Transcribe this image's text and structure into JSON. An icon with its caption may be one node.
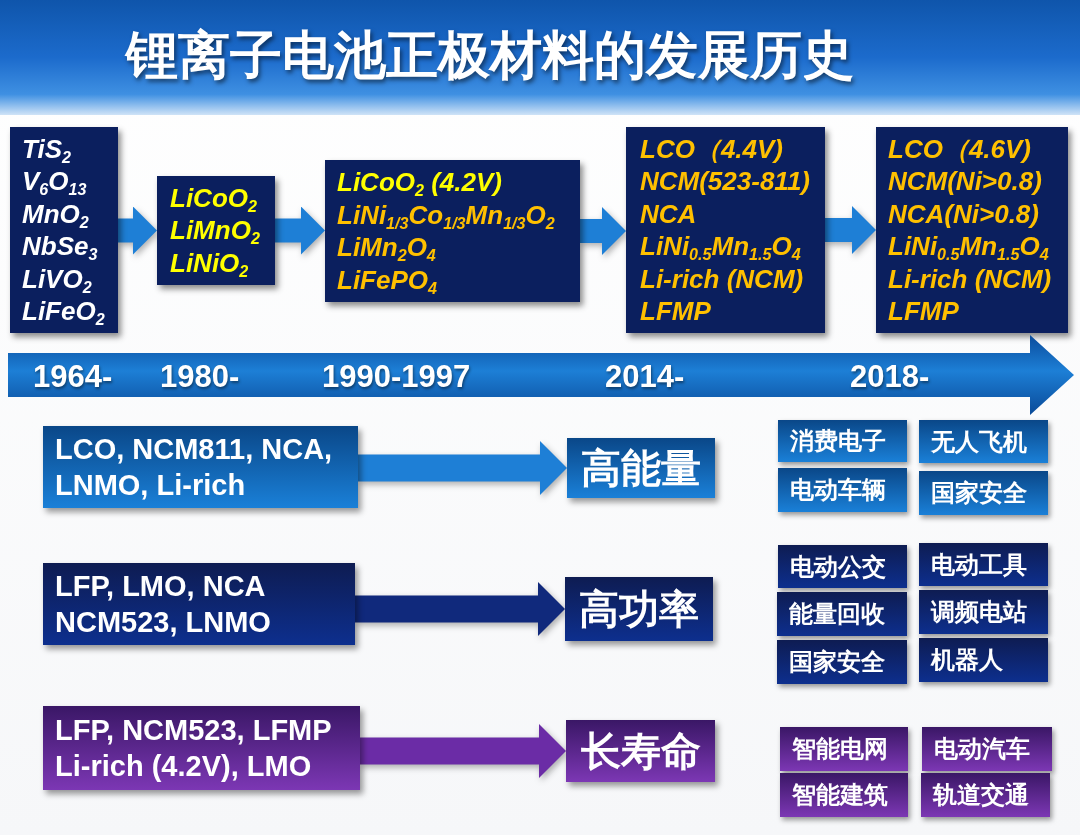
{
  "diagram": {
    "title": "锂离子电池正极材料的发展历史",
    "nodes": [
      {
        "text": [
          "TiS$_{2}$",
          "V$_{6}$O$_{13}$",
          "MnO$_{2}$",
          "NbSe$_{3}$",
          "LiVO$_{2}$",
          "LiFeO$_{2}$"
        ]
      },
      {
        "text": [
          "LiCoO$_{2}$",
          "LiMnO$_{2}$",
          "LiNiO$_{2}$"
        ]
      },
      {
        "text": [
          "LiCoO$_{2}$ (4.2V)",
          "LiNi$_{1/3}$Co$_{1/3}$Mn$_{1/3}$O$_{2}$",
          "LiMn$_{2}$O$_{4}$",
          "LiFePO$_{4}$"
        ]
      },
      {
        "text": [
          "LCO（4.4V)",
          "NCM(523-811)",
          "NCA",
          "LiNi$_{0.5}$Mn$_{1.5}$O$_{4}$",
          "Li-rich (NCM)",
          "LFMP"
        ]
      },
      {
        "text": [
          "LCO（4.6V)",
          "NCM(Ni>0.8)",
          "NCA(Ni>0.8)",
          "LiNi$_{0.5}$Mn$_{1.5}$O$_{4}$",
          "Li-rich (NCM)",
          "LFMP"
        ]
      },
      {
        "text": [
          "1964-",
          "1980-",
          "1990-1997",
          "2014-",
          "2018-"
        ]
      },
      {
        "text": [
          "LCO, NCM811, NCA, LNMO, Li-rich"
        ]
      },
      {
        "text": [
          "高能量"
        ]
      },
      {
        "text": [
          "消费电子"
        ]
      },
      {
        "text": [
          "无人飞机"
        ]
      },
      {
        "text": [
          "电动车辆"
        ]
      },
      {
        "text": [
          "国家安全"
        ]
      },
      {
        "text": [
          "LFP, LMO, NCA NCM523, LNMO"
        ]
      },
      {
        "text": [
          "高功率"
        ]
      },
      {
        "text": [
          "电动公交"
        ]
      },
      {
        "text": [
          "电动工具"
        ]
      },
      {
        "text": [
          "能量回收"
        ]
      },
      {
        "text": [
          "调频电站"
        ]
      },
      {
        "text": [
          "国家安全"
        ]
      },
      {
        "text": [
          "机器人"
        ]
      },
      {
        "text": [
          "LFP, NCM523, LFMP Li-rich (4.2V), LMO"
        ]
      },
      {
        "text": [
          "长寿命"
        ]
      },
      {
        "text": [
          "智能电网"
        ]
      },
      {
        "text": [
          "电动汽车"
        ]
      },
      {
        "text": [
          "智能建筑"
        ]
      },
      {
        "text": [
          "轨道交通"
        ]
      }
    ],
    "edges": [
      {
        "from": 0,
        "to": 1,
        "arrow": "to"
      },
      {
        "from": 1,
        "to": 2,
        "arrow": "to"
      },
      {
        "from": 2,
        "to": 3,
        "arrow": "to"
      },
      {
        "from": 3,
        "to": 4,
        "arrow": "to"
      },
      {
        "from": 6,
        "to": 7,
        "arrow": "to"
      },
      {
        "from": 12,
        "to": 13,
        "arrow": "to",
        "color": "#10297c"
      },
      {
        "from": 20,
        "to": 21,
        "arrow": "to",
        "color": "#6b2ca6"
      }
    ]
  }
}
